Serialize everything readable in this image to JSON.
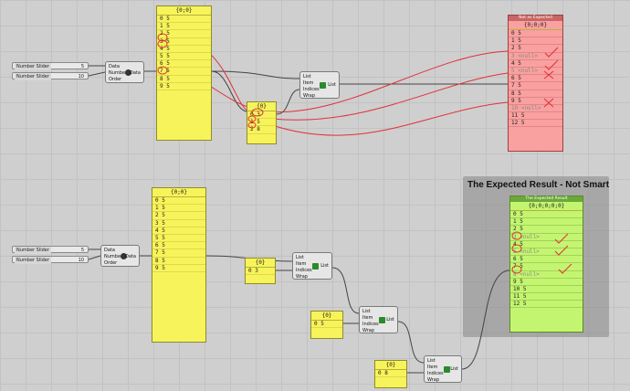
{
  "sliders": [
    {
      "label": "Number Slider",
      "value": "5"
    },
    {
      "label": "Number Slider",
      "value": "10"
    },
    {
      "label": "Number Slider",
      "value": "5"
    },
    {
      "label": "Number Slider",
      "value": "10"
    }
  ],
  "series": {
    "inputs": [
      "Data",
      "Number",
      "Order"
    ],
    "output": "Data"
  },
  "list_item": {
    "inputs": [
      "List",
      "Item",
      "Indices",
      "Wrap"
    ],
    "output": "List"
  },
  "top_panel": {
    "header": "{0;0}",
    "rows": [
      "0 5",
      "1 5",
      "2 5",
      "3 5",
      "4 5",
      "5 5",
      "6 5",
      "7 5",
      "8 5",
      "9 5"
    ]
  },
  "indices_panel_top": {
    "header": "{0}",
    "rows": [
      "0 3",
      "1 5",
      "2 8"
    ]
  },
  "not_expected": {
    "title": "Not as Expected",
    "header": "{0;0;0}",
    "rows": [
      "0 5",
      "1 5",
      "2 5",
      "3 <null>",
      "4 5",
      "5 <null>",
      "6 5",
      "7 5",
      "8 5",
      "9 5",
      "10 <null>",
      "11 5",
      "12 5"
    ]
  },
  "bottom_panel": {
    "header": "{0;0}",
    "rows": [
      "0 5",
      "1 5",
      "2 5",
      "3 5",
      "4 5",
      "5 5",
      "6 5",
      "7 5",
      "8 5",
      "9 5"
    ]
  },
  "indices_a": {
    "header": "{0}",
    "rows": [
      "0 3"
    ]
  },
  "indices_b": {
    "header": "{0}",
    "rows": [
      "0 5"
    ]
  },
  "indices_c": {
    "header": "{0}",
    "rows": [
      "0 8"
    ]
  },
  "group": {
    "title": "The Expected Result - Not Smart"
  },
  "expected": {
    "title": "The Expected Result",
    "header": "{0;0;0;0;0}",
    "rows": [
      "0 5",
      "1 5",
      "2 5",
      "3 <null>",
      "4 5",
      "5 <null>",
      "6 5",
      "7 5",
      "8 <null>",
      "9 5",
      "10 5",
      "11 5",
      "12 5"
    ]
  },
  "colors": {
    "yellow_panel": "#f7f35a",
    "red_panel": "#f9a0a0",
    "green_panel": "#c3f570",
    "wire_red": "#e0303a"
  }
}
